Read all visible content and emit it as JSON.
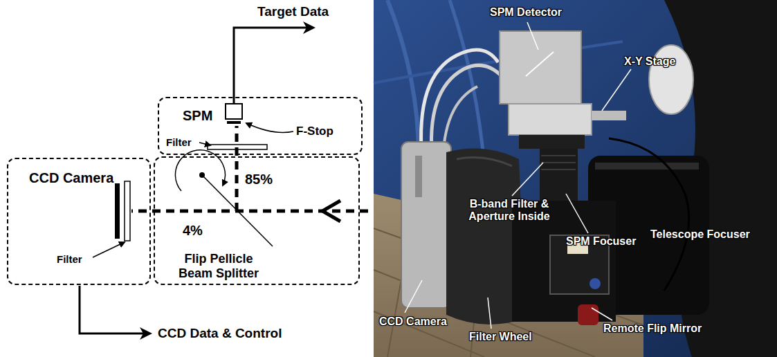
{
  "diagram": {
    "nodes": [
      {
        "text": [
          "SPM",
          "F-Stop",
          "Filter"
        ]
      },
      {
        "text": [
          "CCD Camera",
          "Filter"
        ]
      },
      {
        "text": [
          "85%",
          "4%",
          "Flip Pellicle Beam Splitter"
        ]
      }
    ],
    "labels": [
      "Target Data",
      "CCD Data & Control",
      "SPM Detector",
      "X-Y Stage",
      "B-band Filter & Aperture Inside",
      "SPM Focuser",
      "Telescope Focuser",
      "CCD Camera",
      "Filter Wheel",
      "Remote Flip Mirror"
    ]
  }
}
